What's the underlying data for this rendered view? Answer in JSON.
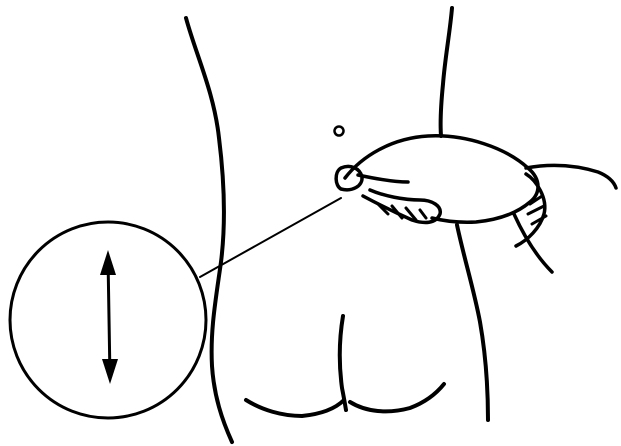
{
  "figure": {
    "background": "#ffffff",
    "ink_color": "#000000",
    "elements": [
      "body-outline",
      "marker-dot",
      "hand-with-finger",
      "pointer-line",
      "magnifier-circle",
      "vertical-double-arrow"
    ],
    "icons": {
      "magnifier": "magnifier-circle-icon",
      "arrow": "up-down-arrow-icon"
    }
  }
}
